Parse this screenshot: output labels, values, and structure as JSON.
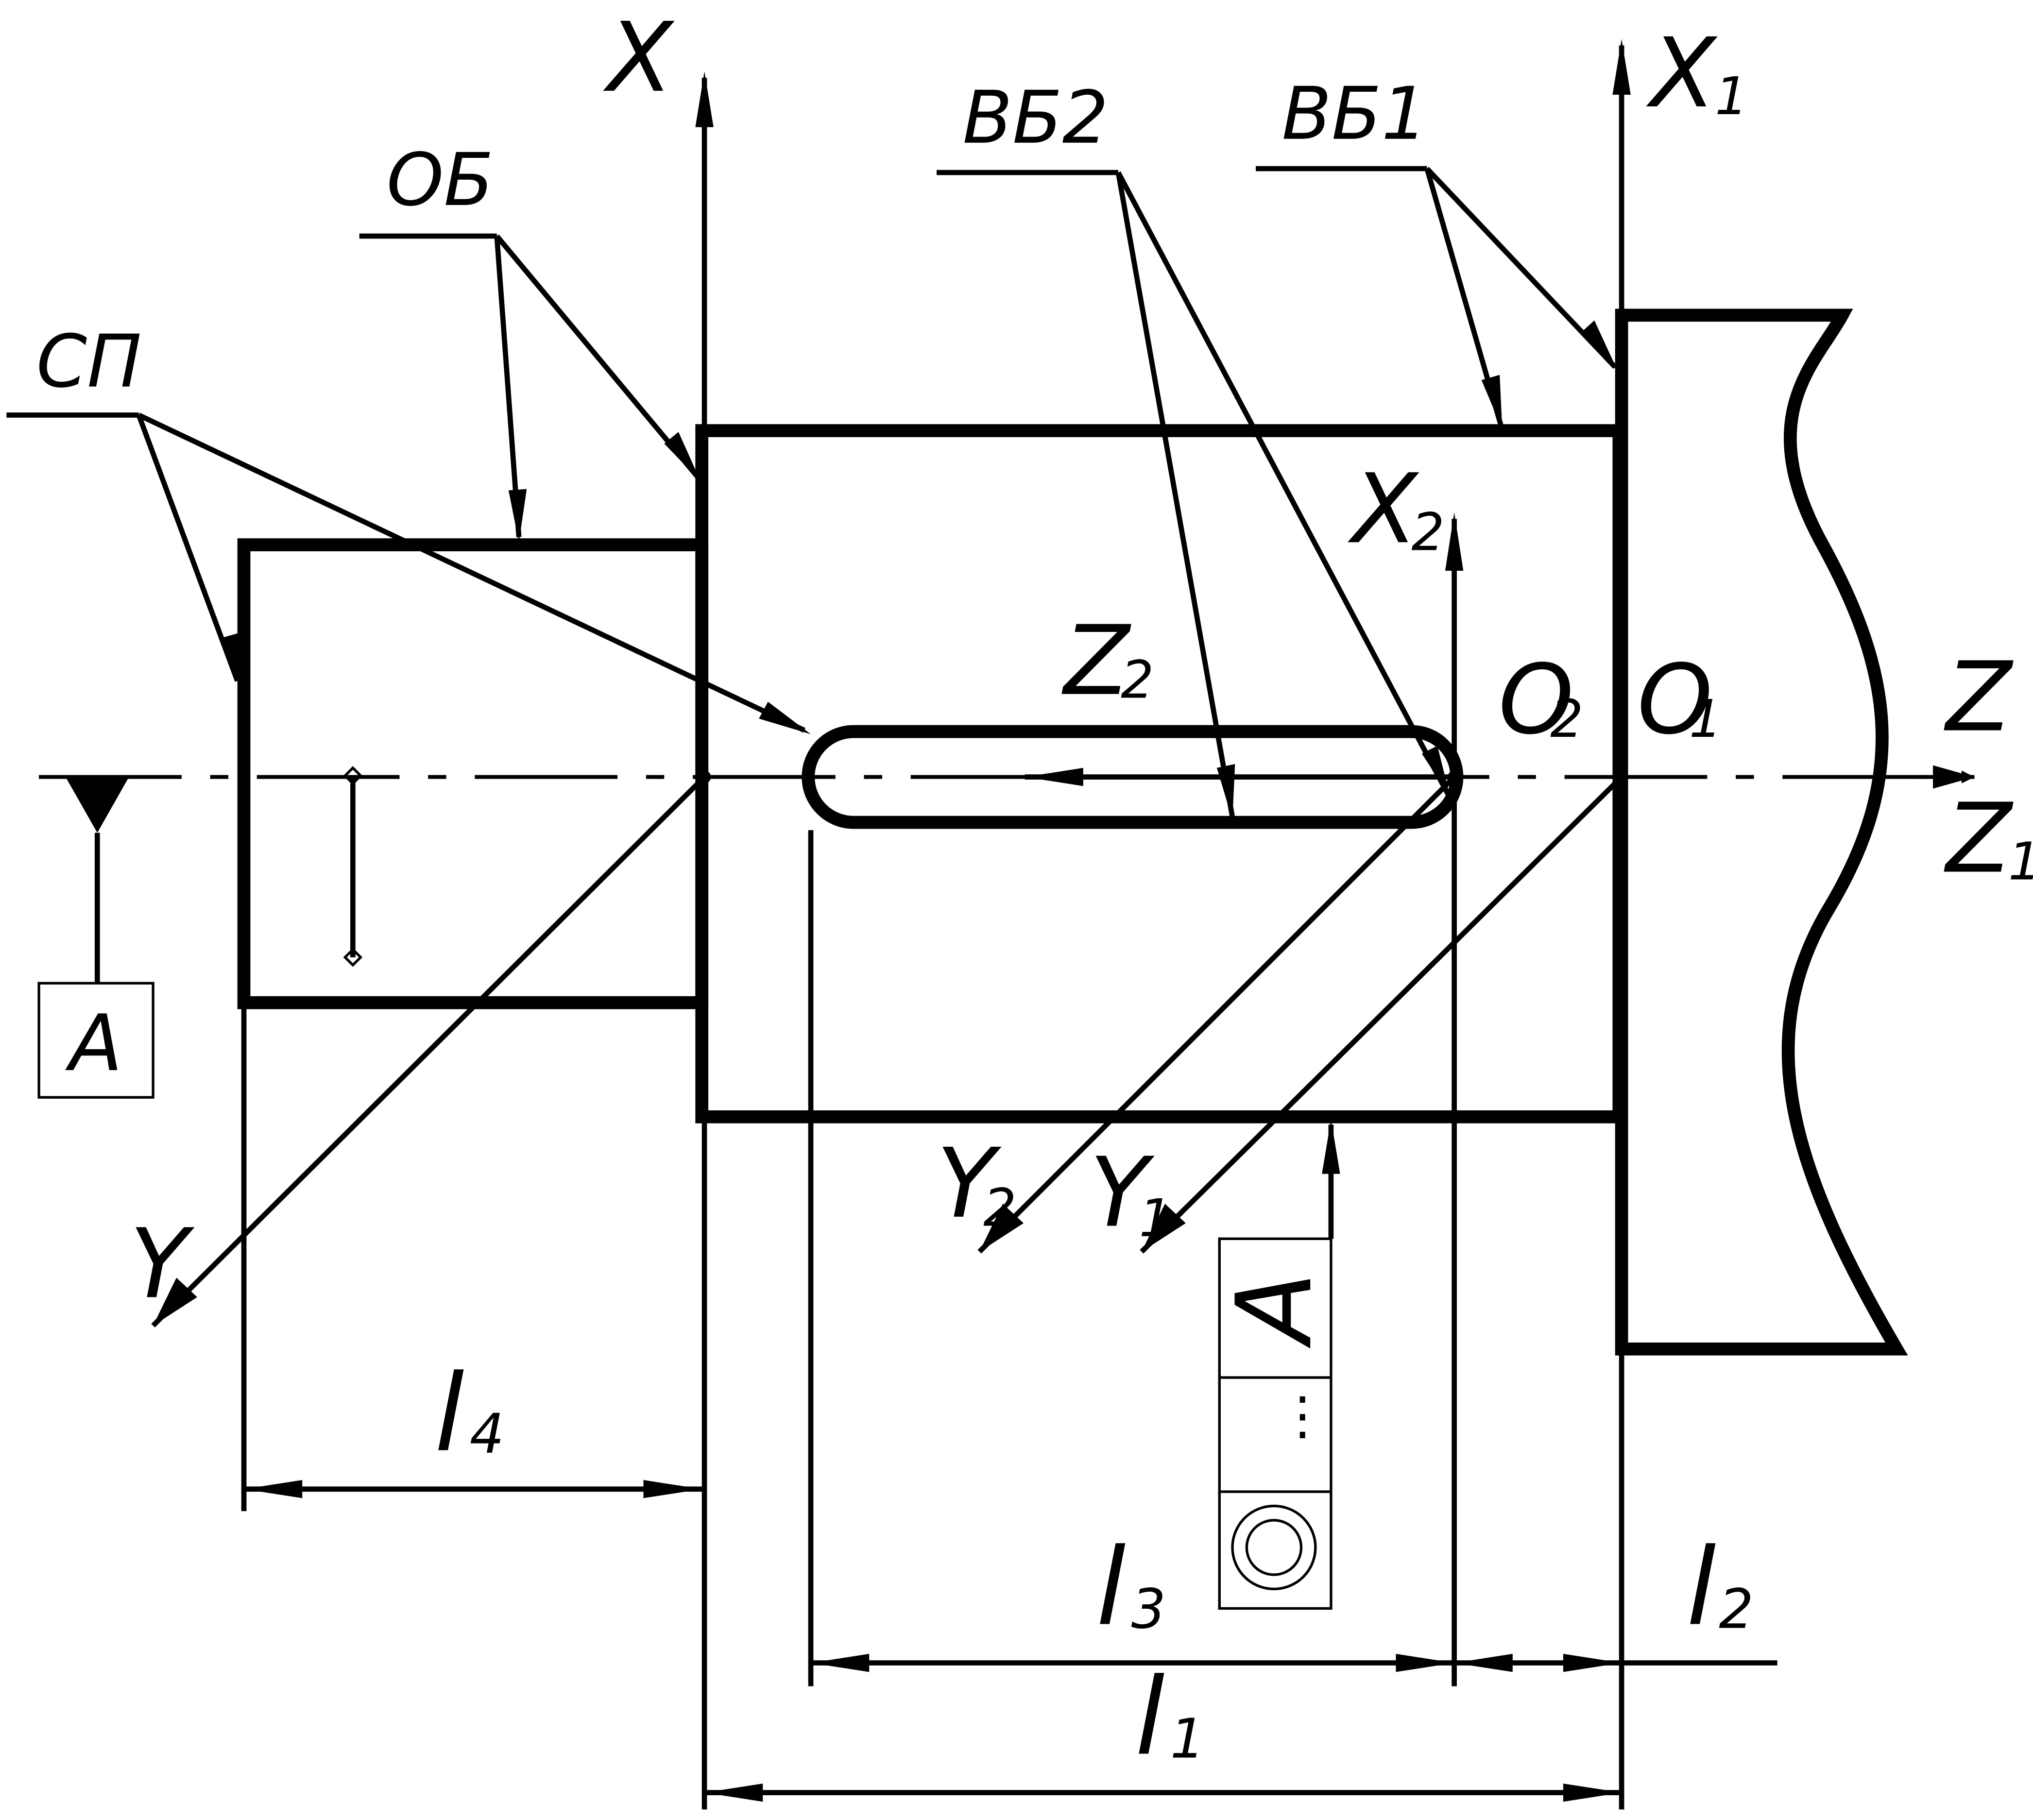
{
  "diagram": {
    "base_labels": {
      "surface": "СП",
      "main_base": "ОБ",
      "aux_base_1": "ВБ1",
      "aux_base_2": "ВБ2"
    },
    "axes": {
      "x": "X",
      "x1_main": "X",
      "x1_sub": "1",
      "x2_main": "X",
      "x2_sub": "2",
      "y": "Y",
      "y1_main": "Y",
      "y1_sub": "1",
      "y2_main": "Y",
      "y2_sub": "2",
      "z": "Z",
      "z1_main": "Z",
      "z1_sub": "1",
      "z2_main": "Z",
      "z2_sub": "2"
    },
    "origins": {
      "o1_main": "O",
      "o1_sub": "1",
      "o2_main": "O",
      "o2_sub": "2"
    },
    "dimensions": {
      "l1_main": "l",
      "l1_sub": "1",
      "l2_main": "l",
      "l2_sub": "2",
      "l3_main": "l",
      "l3_sub": "3",
      "l4_main": "l",
      "l4_sub": "4"
    },
    "view_marker": "A",
    "view_label": "A",
    "ellipsis": "⋮"
  }
}
